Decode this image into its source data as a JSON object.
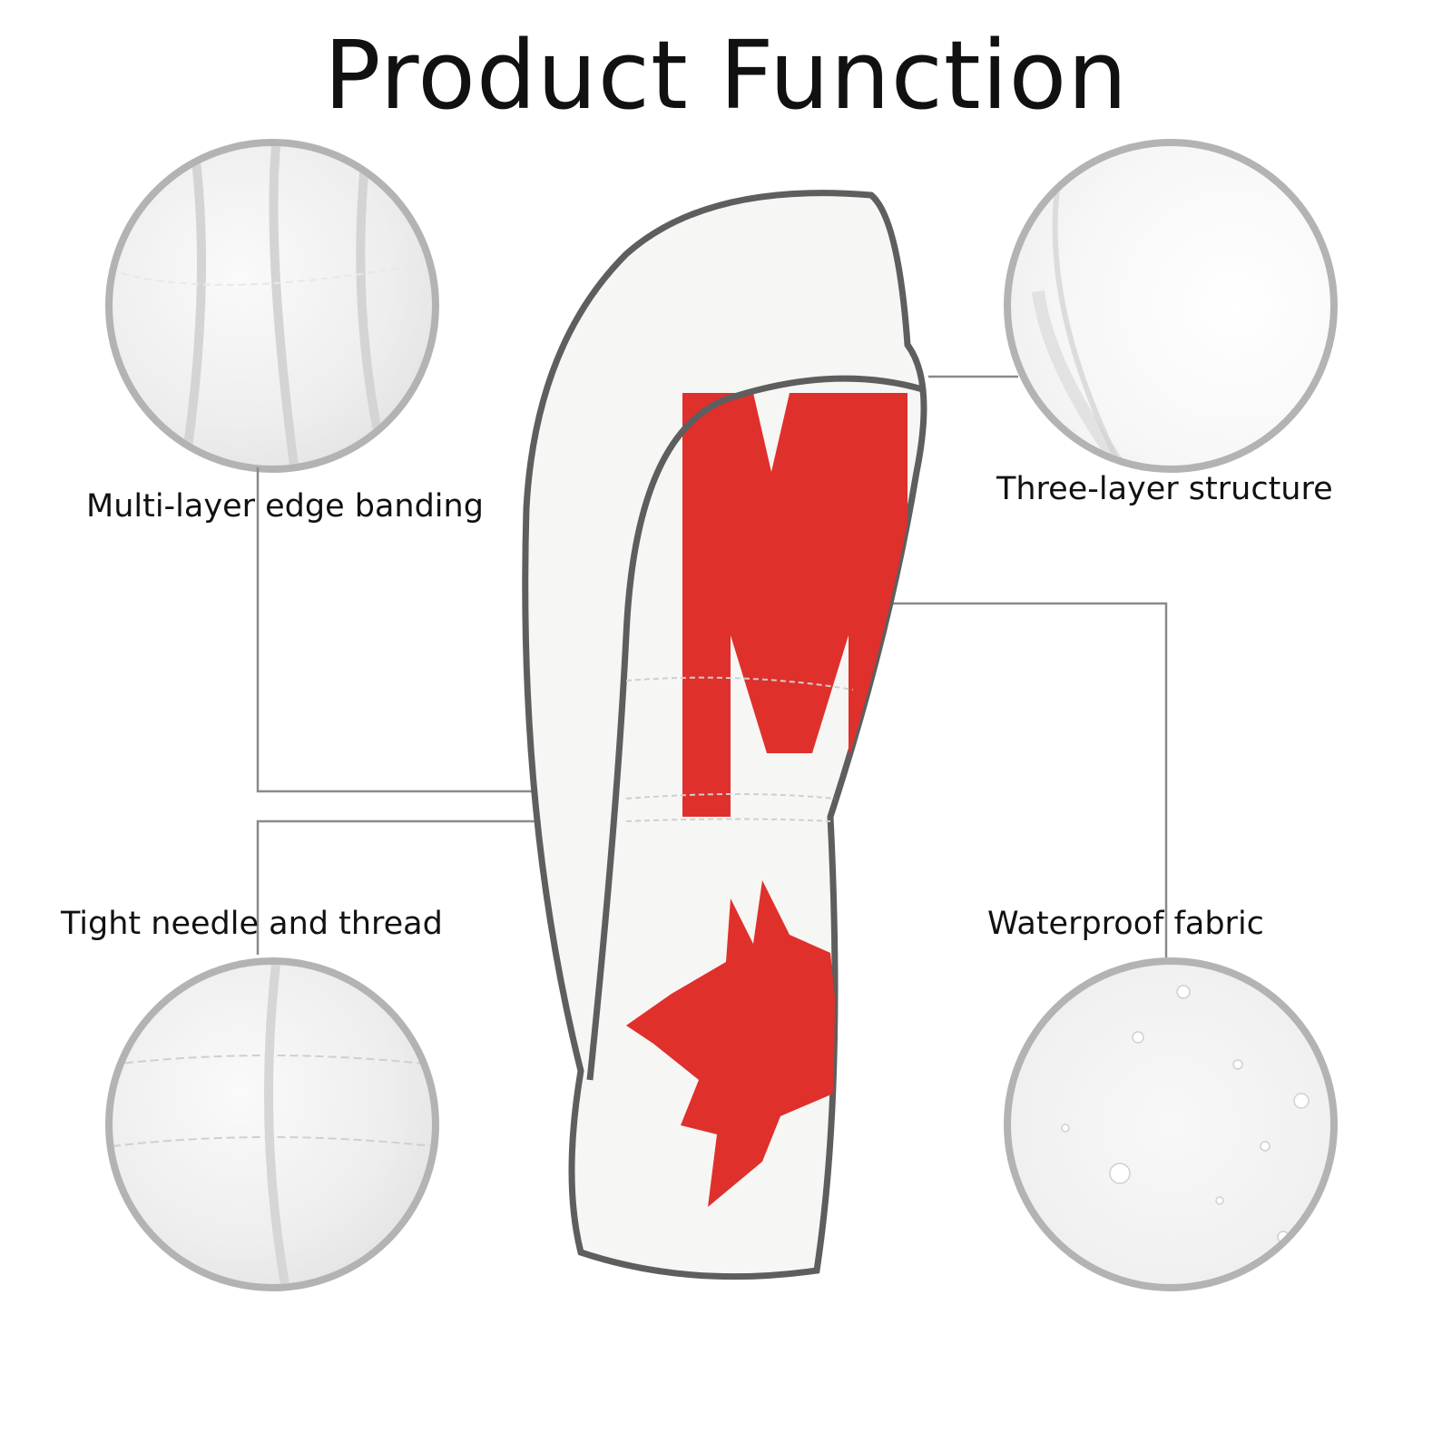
{
  "title": "Product Function",
  "features": [
    {
      "label": "Multi-layer edge banding"
    },
    {
      "label": "Three-layer structure"
    },
    {
      "label": "Tight needle and thread"
    },
    {
      "label": "Waterproof fabric"
    }
  ],
  "colors": {
    "accent_red": "#e0302c",
    "trim_gray": "#6b6b6b",
    "circle_border": "#b3b3b3"
  }
}
